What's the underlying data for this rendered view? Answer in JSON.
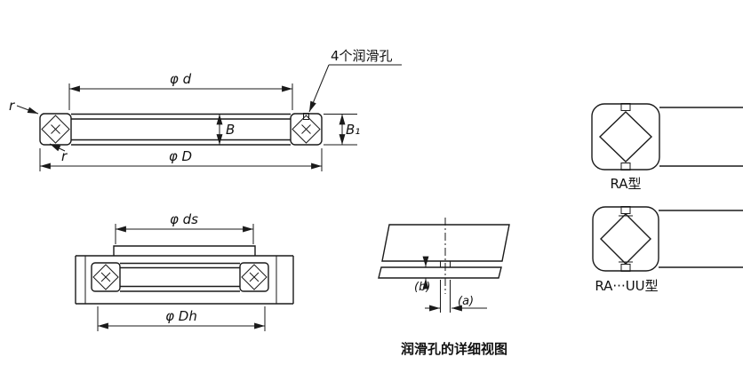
{
  "colors": {
    "line": "#1a1a1a",
    "block_dark": "#2e2e2e",
    "block_gray": "#9a9a9a",
    "symbol_gray": "#b5b5b5",
    "notch_gray": "#777777",
    "white": "#ffffff"
  },
  "top_view": {
    "lube_holes_label": "4个润滑孔",
    "dim_inner_diameter": "φ d",
    "dim_outer_diameter": "φ D",
    "dim_width": "B",
    "dim_width_outer": "B₁",
    "radius_label_top": "r",
    "radius_label_bottom": "r"
  },
  "mounted_view": {
    "dim_shaft_seat": "φ ds",
    "dim_housing_bore": "φ Dh"
  },
  "detail_view": {
    "dim_hole_width": "(a)",
    "dim_hole_offset": "(b)",
    "caption": "润滑孔的详细视图"
  },
  "type_symbols": {
    "ra_label": "RA型",
    "ra_uu_label": "RA···UU型"
  }
}
